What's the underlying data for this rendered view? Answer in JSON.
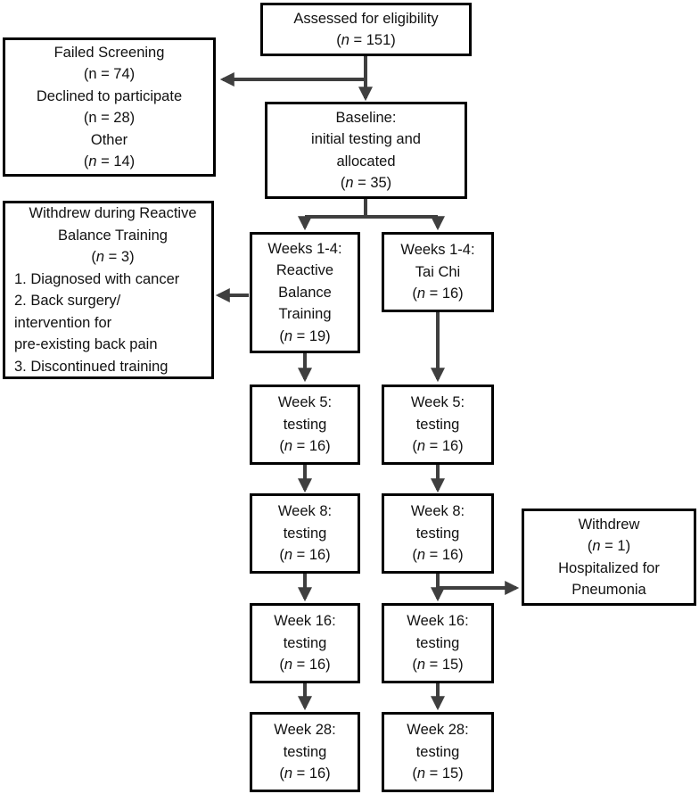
{
  "boxes": {
    "assessed": {
      "l1": "Assessed for eligibility",
      "n_pre": "(",
      "n_var": "n",
      "n_post": " = 151)"
    },
    "excluded": {
      "l1": "Failed Screening",
      "l2": "(n = 74)",
      "l3": "Declined to participate",
      "l4": "(n = 28)",
      "l5": "Other",
      "n_pre": "(",
      "n_var": "n",
      "n_post": " = 14)"
    },
    "baseline": {
      "l1": "Baseline:",
      "l2": "initial testing and",
      "l3": "allocated",
      "n_pre": "(",
      "n_var": "n",
      "n_post": " = 35)"
    },
    "withdrew_rbt": {
      "l1": "Withdrew during Reactive",
      "l2": "Balance Training",
      "n_pre": "(",
      "n_var": "n",
      "n_post": " = 3)",
      "r1": "1. Diagnosed with cancer",
      "r2": "2. Back surgery/",
      "r3": "intervention for",
      "r4": "pre-existing back pain",
      "r5": "3. Discontinued training"
    },
    "rbt_weeks": {
      "l1": "Weeks 1-4:",
      "l2": "Reactive",
      "l3": "Balance",
      "l4": "Training",
      "n_pre": "(",
      "n_var": "n",
      "n_post": " = 19)"
    },
    "tai_weeks": {
      "l1": "Weeks 1-4:",
      "l2": "Tai Chi",
      "n_pre": "(",
      "n_var": "n",
      "n_post": " = 16)"
    },
    "rbt_w5": {
      "l1": "Week 5:",
      "l2": "testing",
      "n_pre": "(",
      "n_var": "n",
      "n_post": " = 16)"
    },
    "tai_w5": {
      "l1": "Week 5:",
      "l2": "testing",
      "n_pre": "(",
      "n_var": "n",
      "n_post": " = 16)"
    },
    "rbt_w8": {
      "l1": "Week 8:",
      "l2": "testing",
      "n_pre": "(",
      "n_var": "n",
      "n_post": " = 16)"
    },
    "tai_w8": {
      "l1": "Week 8:",
      "l2": "testing",
      "n_pre": "(",
      "n_var": "n",
      "n_post": " = 16)"
    },
    "withdrew_tai": {
      "l1": "Withdrew",
      "n_pre": "(",
      "n_var": "n",
      "n_post": " = 1)",
      "l3": "Hospitalized for",
      "l4": "Pneumonia"
    },
    "rbt_w16": {
      "l1": "Week 16:",
      "l2": "testing",
      "n_pre": "(",
      "n_var": "n",
      "n_post": " = 16)"
    },
    "tai_w16": {
      "l1": "Week 16:",
      "l2": "testing",
      "n_pre": "(",
      "n_var": "n",
      "n_post": " = 15)"
    },
    "rbt_w28": {
      "l1": "Week 28:",
      "l2": "testing",
      "n_pre": "(",
      "n_var": "n",
      "n_post": " = 16)"
    },
    "tai_w28": {
      "l1": "Week 28:",
      "l2": "testing",
      "n_pre": "(",
      "n_var": "n",
      "n_post": " = 15)"
    }
  },
  "colors": {
    "border": "#000000",
    "connector": "#3f3f3f"
  }
}
